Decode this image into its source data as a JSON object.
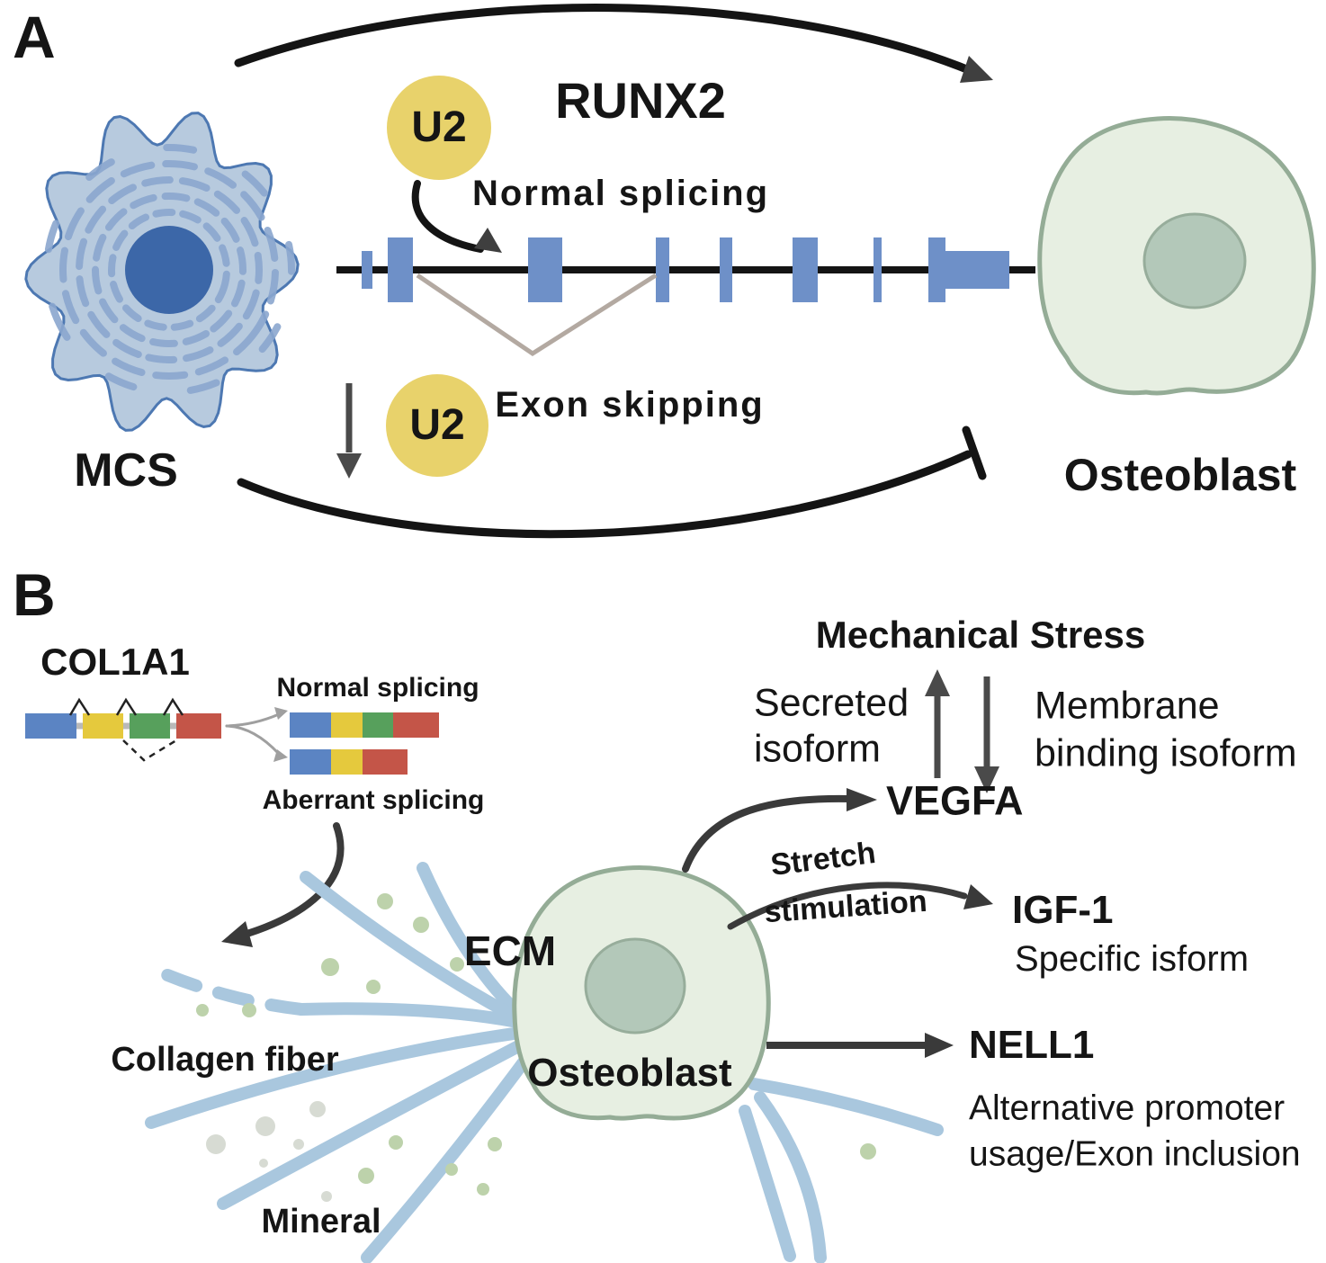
{
  "panelA": {
    "label": "A",
    "cell_label": "MCS",
    "u2_top": "U2",
    "u2_bottom": "U2",
    "gene": "RUNX2",
    "normal_splicing": "Normal splicing",
    "exon_skipping": "Exon skipping",
    "osteoblast": "Osteoblast"
  },
  "panelB": {
    "label": "B",
    "gene": "COL1A1",
    "normal_splicing": "Normal splicing",
    "aberrant_splicing": "Aberrant splicing",
    "ecm": "ECM",
    "collagen_fiber": "Collagen fiber",
    "mineral": "Mineral",
    "osteoblast": "Osteoblast",
    "mechanical_stress": "Mechanical Stress",
    "secreted_isoform": [
      "Secreted",
      "isoform"
    ],
    "membrane_isoform": [
      "Membrane",
      "binding isoform"
    ],
    "vegfa": "VEGFA",
    "stretch_stimulation": [
      "Stretch",
      "stimulation"
    ],
    "igf1": "IGF-1",
    "igf1_note": "Specific isform",
    "nell1": "NELL1",
    "nell1_note": [
      "Alternative promoter",
      "usage/Exon inclusion"
    ]
  },
  "colors": {
    "u2_yellow": "#e8d26b",
    "exon_blue": "#6e90c8",
    "intron_black": "#141414",
    "skip_gray": "#b3a9a1",
    "mcs_fill": "#b7cade",
    "mcs_stroke": "#4d78b2",
    "mcs_nucleus": "#3c67a8",
    "mcs_er": "#8ba7cf",
    "cell_fill": "#e7efe2",
    "cell_stroke": "#94ac96",
    "nucleus_fill": "#b3c8b9",
    "nucleus_stroke": "#97ad9b",
    "seg_blue": "#5b84c3",
    "seg_yellow": "#e5c93d",
    "seg_green": "#57a05c",
    "seg_red": "#c45548",
    "connector_gray": "#b9b9b9",
    "fork_gray": "#9f9f9f",
    "collagen_blue": "#a9c7de",
    "mineral_green": "#bdd2ab",
    "mineral_gray": "#d7dbd3",
    "arrow_dark": "#3a3a3a",
    "arrow_gray": "#4a4a4a"
  }
}
